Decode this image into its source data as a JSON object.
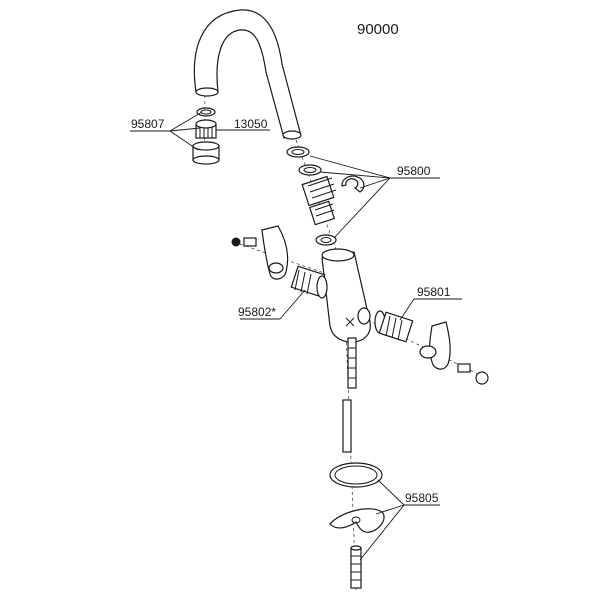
{
  "title": "90000",
  "labels": {
    "aerator_set": "95807",
    "aerator": "13050",
    "spout_seals": "95800",
    "right_cartridge": "95801",
    "left_cartridge": "95802*",
    "mounting_kit": "95805"
  },
  "colors": {
    "line": "#1a1a1a",
    "background": "#ffffff"
  }
}
